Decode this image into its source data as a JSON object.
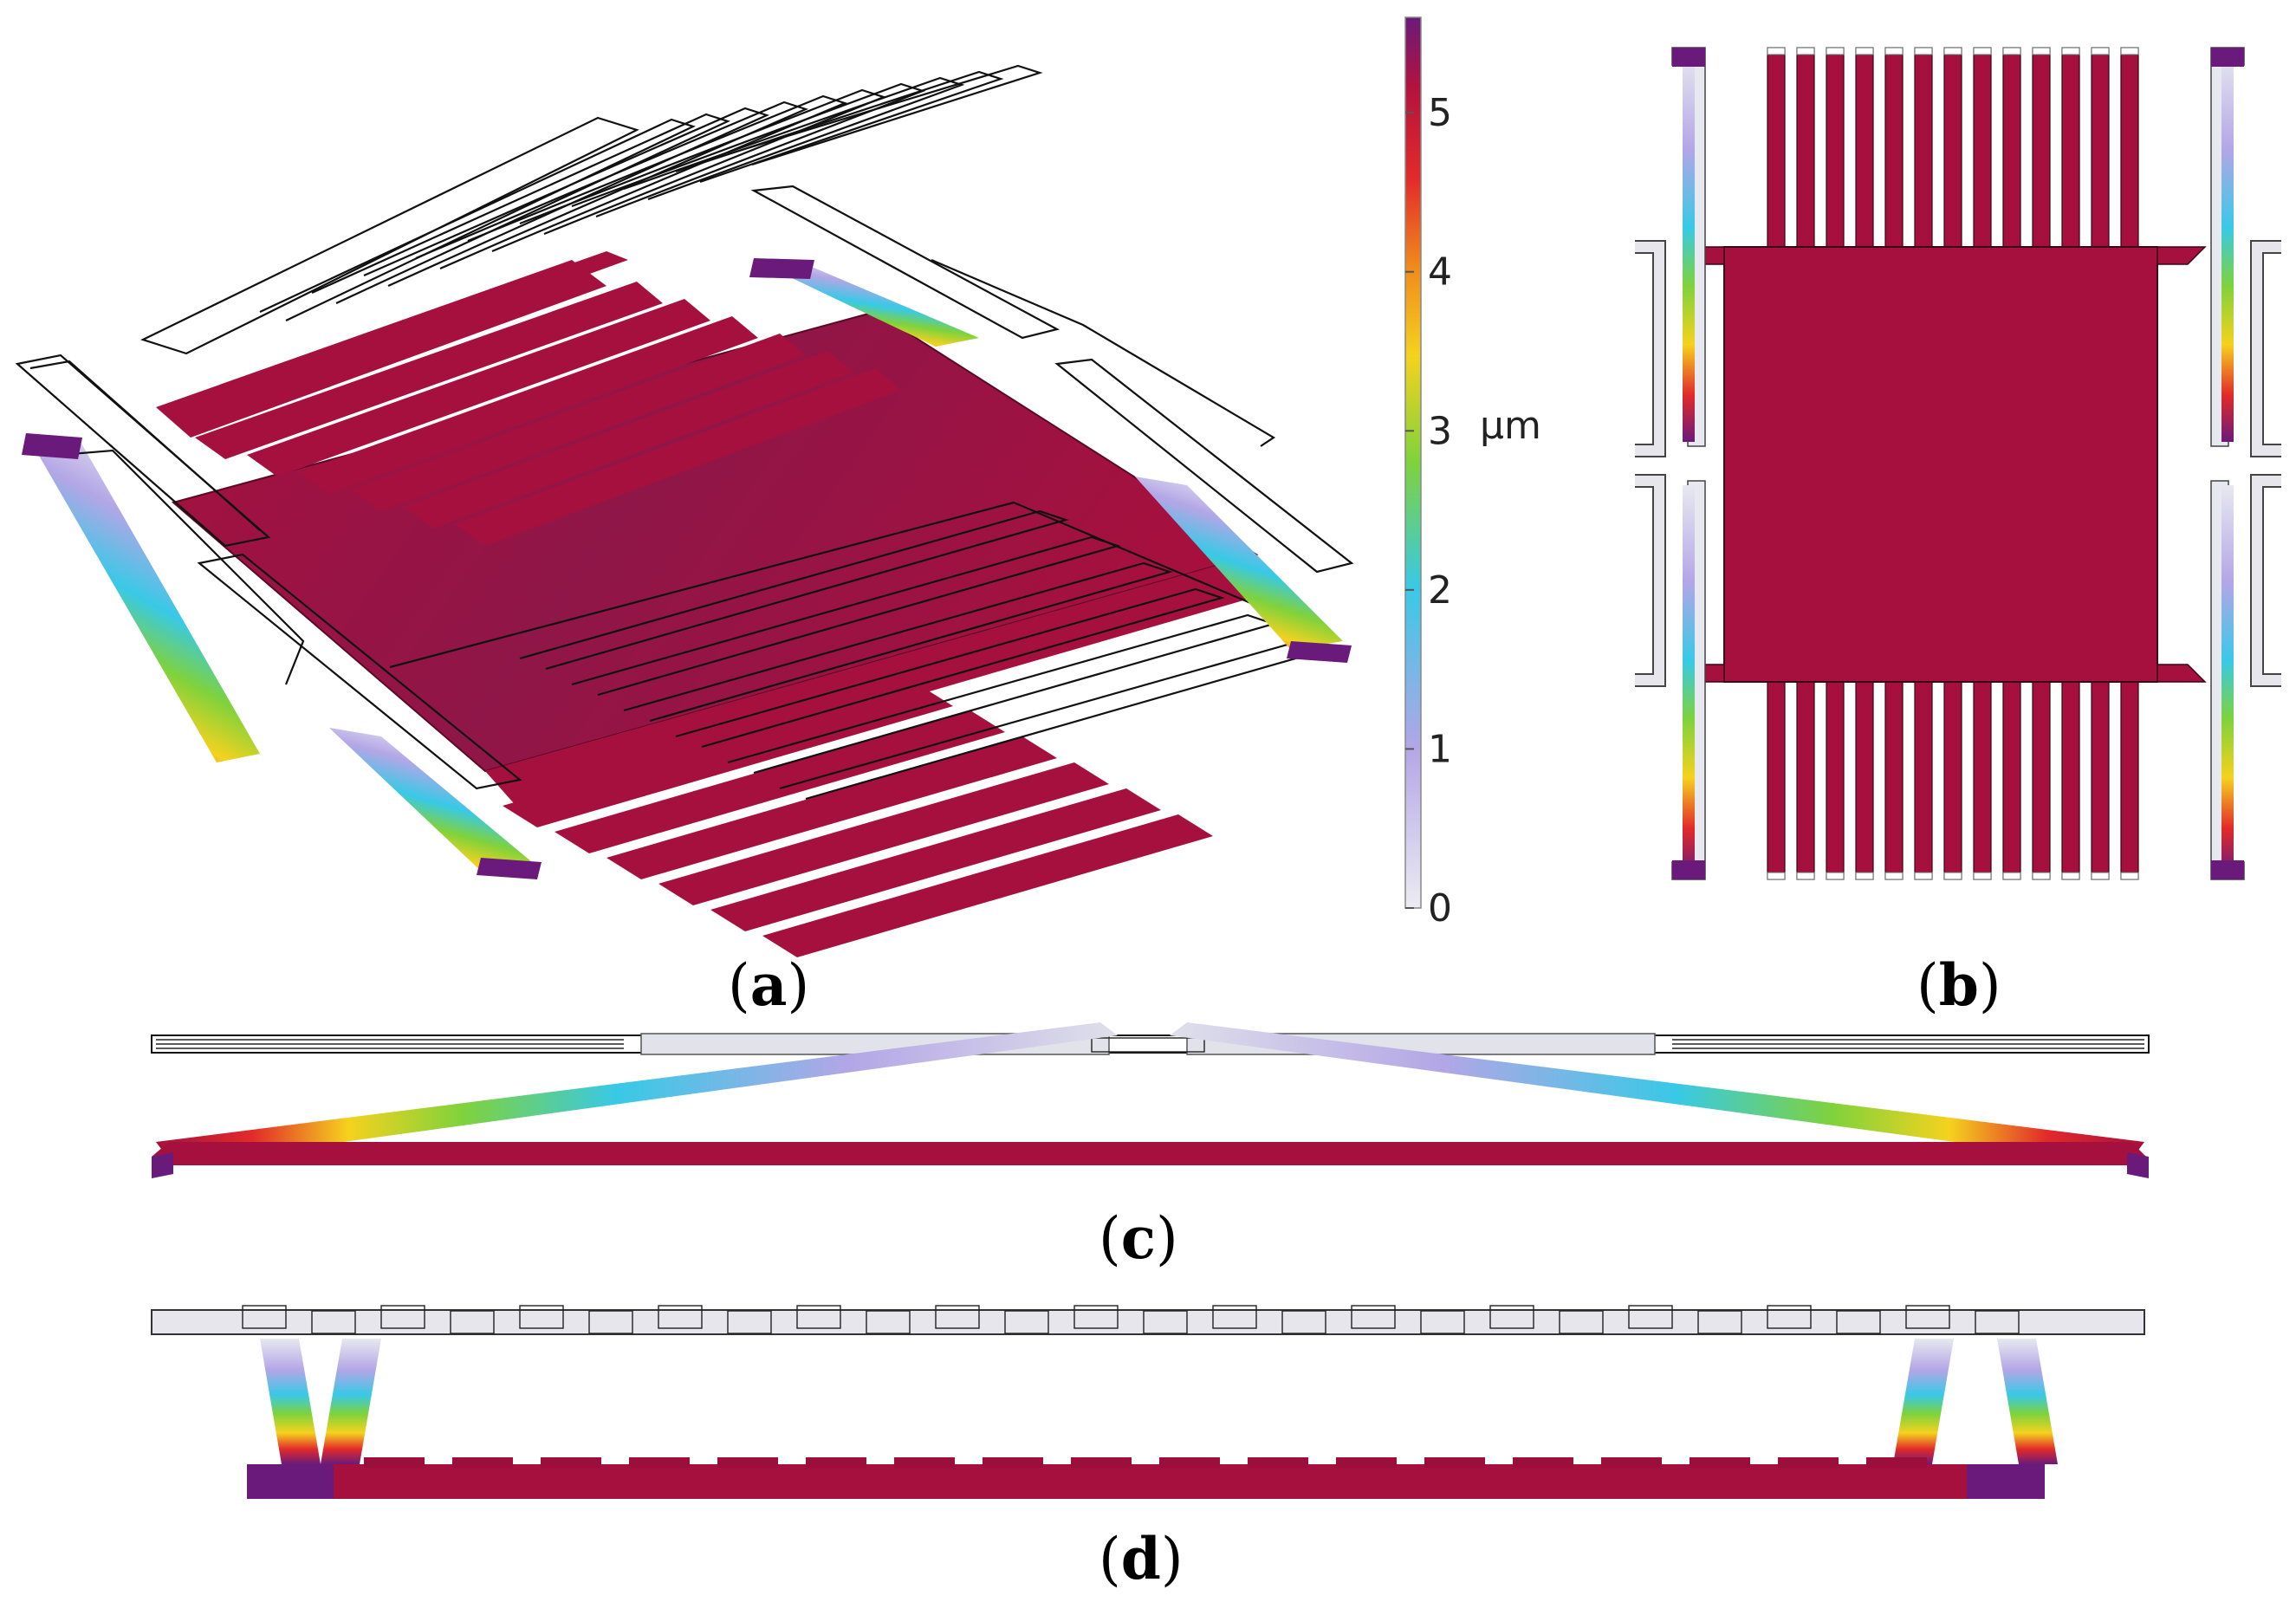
{
  "colorbar": {
    "unit": "µm",
    "ticks": [
      "0",
      "1",
      "2",
      "3",
      "4",
      "5"
    ],
    "max_value": 5.6,
    "colormap": [
      "#e8e8f0",
      "#b3a6e6",
      "#38c9e6",
      "#7fd23c",
      "#f5d21e",
      "#f08a1c",
      "#e22a2a",
      "#b5123e",
      "#6a1a7a"
    ]
  },
  "panels": {
    "a": "a",
    "b": "b",
    "c": "c",
    "d": "d"
  },
  "colors": {
    "structure": "#a6103e",
    "structure_dark": "#8c0f3b",
    "frame_fill": "#e6e6ec",
    "wire": "#111111"
  }
}
